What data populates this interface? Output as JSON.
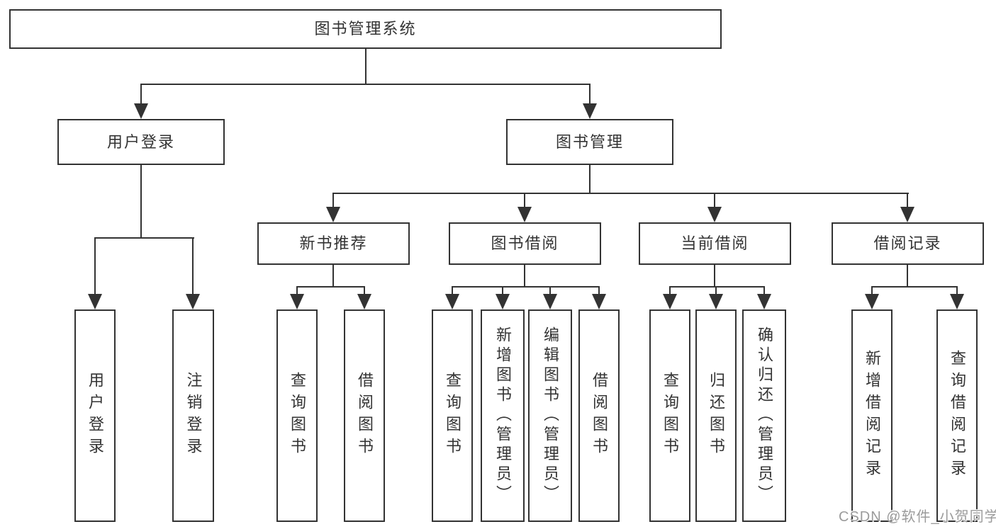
{
  "tree": {
    "label": "图书管理系统",
    "children": [
      {
        "label": "用户登录",
        "children": [
          {
            "label": "用户登录"
          },
          {
            "label": "注销登录"
          }
        ]
      },
      {
        "label": "图书管理",
        "children": [
          {
            "label": "新书推荐",
            "children": [
              {
                "label": "查询图书"
              },
              {
                "label": "借阅图书"
              }
            ]
          },
          {
            "label": "图书借阅",
            "children": [
              {
                "label": "查询图书"
              },
              {
                "label": "新增图书（管理员）"
              },
              {
                "label": "编辑图书（管理员）"
              },
              {
                "label": "借阅图书"
              }
            ]
          },
          {
            "label": "当前借阅",
            "children": [
              {
                "label": "查询图书"
              },
              {
                "label": "归还图书"
              },
              {
                "label": "确认归还（管理员）"
              }
            ]
          },
          {
            "label": "借阅记录",
            "children": [
              {
                "label": "新增借阅记录"
              },
              {
                "label": "查询借阅记录"
              }
            ]
          }
        ]
      }
    ]
  },
  "watermark": {
    "text": "CSDN @软件_小贺同学"
  },
  "colors": {
    "line": "#333333",
    "box_border": "#333333",
    "box_background": "#ffffff",
    "text": "#333333",
    "watermark": "#9b9b9b",
    "page_background": "#ffffff"
  }
}
